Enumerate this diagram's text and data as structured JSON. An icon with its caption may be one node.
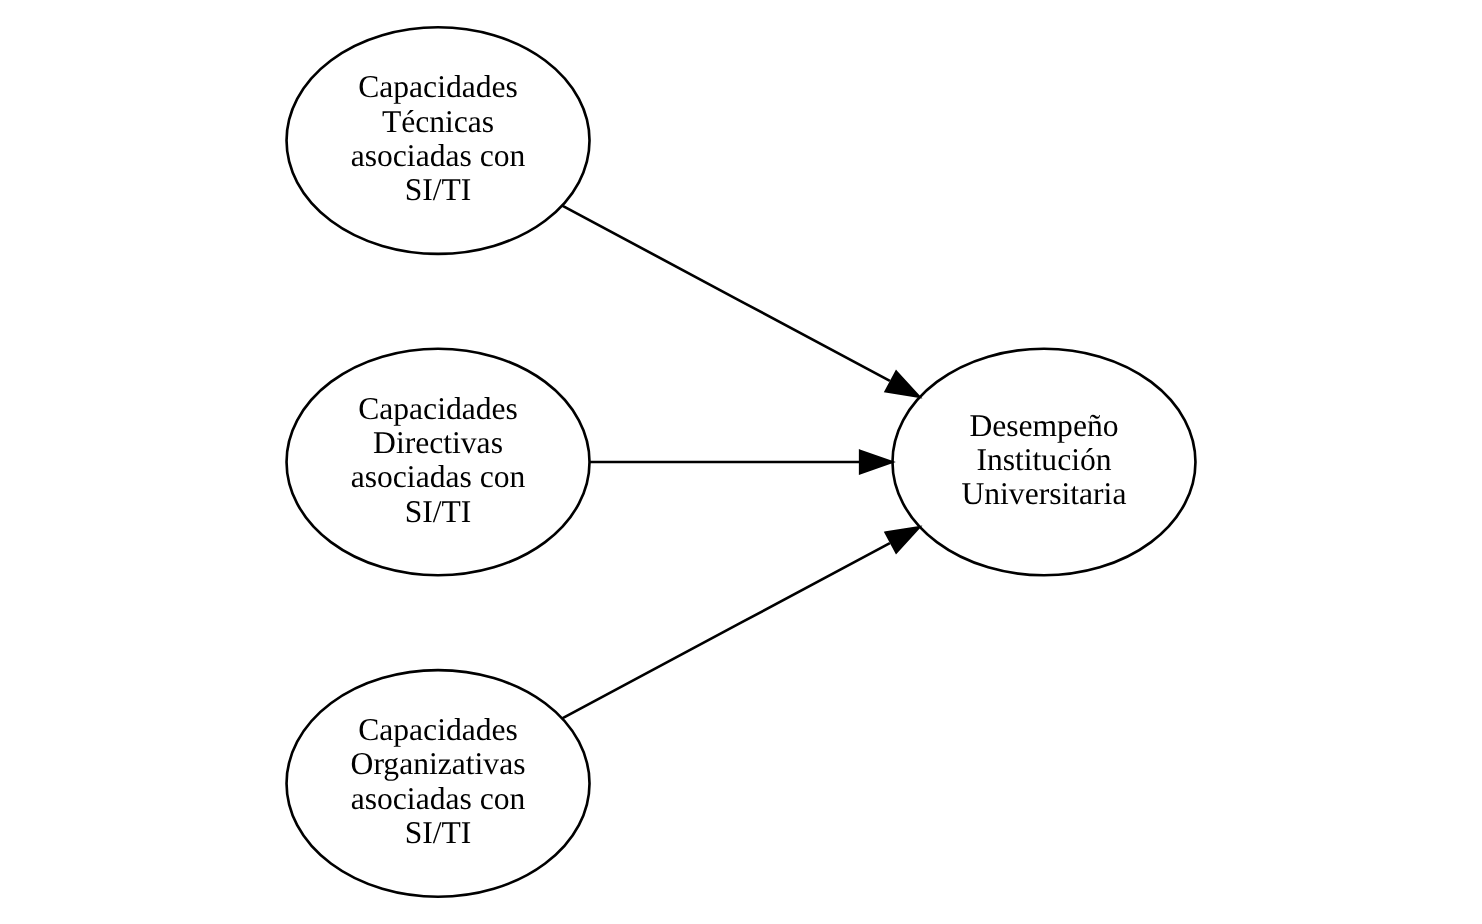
{
  "diagram": {
    "nodes": [
      {
        "text": [
          "Capacidades Técnicas asociadas con SI/TI"
        ]
      },
      {
        "text": [
          "Capacidades Directivas asociadas con SI/TI"
        ]
      },
      {
        "text": [
          "Capacidades Organizativas asociadas con SI/TI"
        ]
      },
      {
        "text": [
          "Desempeño Institución Universitaria"
        ]
      }
    ],
    "edges": [
      {
        "from": 0,
        "to": 3,
        "arrow": "to"
      },
      {
        "from": 1,
        "to": 3,
        "arrow": "to"
      },
      {
        "from": 2,
        "to": 3,
        "arrow": "to"
      }
    ]
  }
}
